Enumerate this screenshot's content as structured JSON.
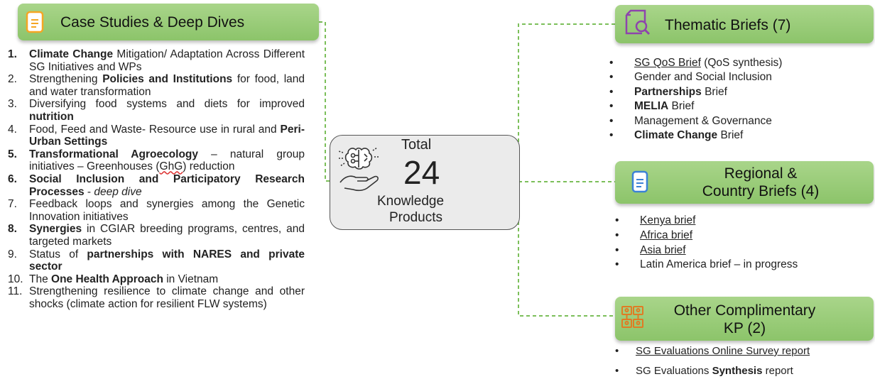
{
  "case_studies": {
    "title": "Case Studies & Deep Dives",
    "items": [
      {
        "num": "1.",
        "num_bold": true,
        "parts": [
          {
            "t": "Climate Change",
            "b": true
          },
          {
            "t": " Mitigation/ Adaptation Across Different SG Initiatives and WPs"
          }
        ]
      },
      {
        "num": "2.",
        "num_bold": false,
        "parts": [
          {
            "t": "Strengthening "
          },
          {
            "t": "Policies and Institutions",
            "b": true
          },
          {
            "t": " for food, land and water transformation"
          }
        ]
      },
      {
        "num": "3.",
        "num_bold": false,
        "parts": [
          {
            "t": "Diversifying food systems and diets for improved "
          },
          {
            "t": "nutrition",
            "b": true
          }
        ]
      },
      {
        "num": "4.",
        "num_bold": false,
        "parts": [
          {
            "t": "Food, Feed and Waste- Resource use in rural and "
          },
          {
            "t": "Peri-Urban Settings",
            "b": true
          }
        ]
      },
      {
        "num": "5.",
        "num_bold": true,
        "parts": [
          {
            "t": "Transformational Agroecology",
            "b": true
          },
          {
            "t": " – natural group initiatives – Greenhouses ("
          },
          {
            "t": "GhG",
            "squiggle": true
          },
          {
            "t": ") reduction"
          }
        ]
      },
      {
        "num": "6.",
        "num_bold": true,
        "parts": [
          {
            "t": "Social Inclusion and Participatory Research Processes",
            "b": true
          },
          {
            "t": " - "
          },
          {
            "t": "deep dive",
            "i": true
          }
        ]
      },
      {
        "num": "7.",
        "num_bold": false,
        "parts": [
          {
            "t": "Feedback loops and synergies among the Genetic Innovation initiatives"
          }
        ]
      },
      {
        "num": "8.",
        "num_bold": true,
        "parts": [
          {
            "t": "Synergies",
            "b": true
          },
          {
            "t": " in CGIAR breeding programs, centres, and targeted markets"
          }
        ]
      },
      {
        "num": "9.",
        "num_bold": false,
        "parts": [
          {
            "t": "Status of "
          },
          {
            "t": "partnerships with NARES and private sector",
            "b": true
          }
        ]
      },
      {
        "num": "10.",
        "num_bold": false,
        "parts": [
          {
            "t": "The "
          },
          {
            "t": "One Health Approach",
            "b": true
          },
          {
            "t": " in Vietnam"
          }
        ]
      },
      {
        "num": "11.",
        "num_bold": false,
        "parts": [
          {
            "t": "Strengthening resilience to climate change and other shocks (climate action for resilient FLW systems)"
          }
        ]
      }
    ]
  },
  "center": {
    "total": "Total",
    "count": "24",
    "line1": "Knowledge",
    "line2": "Products"
  },
  "thematic": {
    "title": "Thematic Briefs (7)",
    "items": [
      [
        {
          "t": "SG QoS Brief",
          "u": true
        },
        {
          "t": " (QoS synthesis)"
        }
      ],
      [
        {
          "t": "Gender and Social Inclusion"
        }
      ],
      [
        {
          "t": "Partnerships",
          "b": true
        },
        {
          "t": " Brief"
        }
      ],
      [
        {
          "t": "MELIA",
          "b": true
        },
        {
          "t": " Brief"
        }
      ],
      [
        {
          "t": "Management & Governance"
        }
      ],
      [
        {
          "t": "Climate Change",
          "b": true
        },
        {
          "t": " Brief"
        }
      ]
    ]
  },
  "regional": {
    "title_line1": "Regional &",
    "title_line2": "Country Briefs (4)",
    "items": [
      [
        {
          "t": "Kenya brief",
          "u": true
        }
      ],
      [
        {
          "t": "Africa brief",
          "u": true
        }
      ],
      [
        {
          "t": "Asia brief",
          "u": true
        }
      ],
      [
        {
          "t": "Latin America brief – in progress"
        }
      ]
    ]
  },
  "other": {
    "title_line1": "Other Complimentary",
    "title_line2": "KP (2)",
    "items": [
      [
        {
          "t": "SG Evaluations Online Survey report",
          "u": true
        }
      ],
      [
        {
          "t": "SG Evaluations "
        },
        {
          "t": "Synthesis",
          "b": true
        },
        {
          "t": " report"
        }
      ]
    ]
  },
  "bullet_char": "•",
  "colors": {
    "header_green": "#8cc46a",
    "connector_green": "#7cbf5a",
    "doc_icon_orange": "#f5a623",
    "doc_icon_blue": "#3b82d6",
    "search_icon_purple": "#8e44ad",
    "people_icon_orange": "#e07b24"
  }
}
